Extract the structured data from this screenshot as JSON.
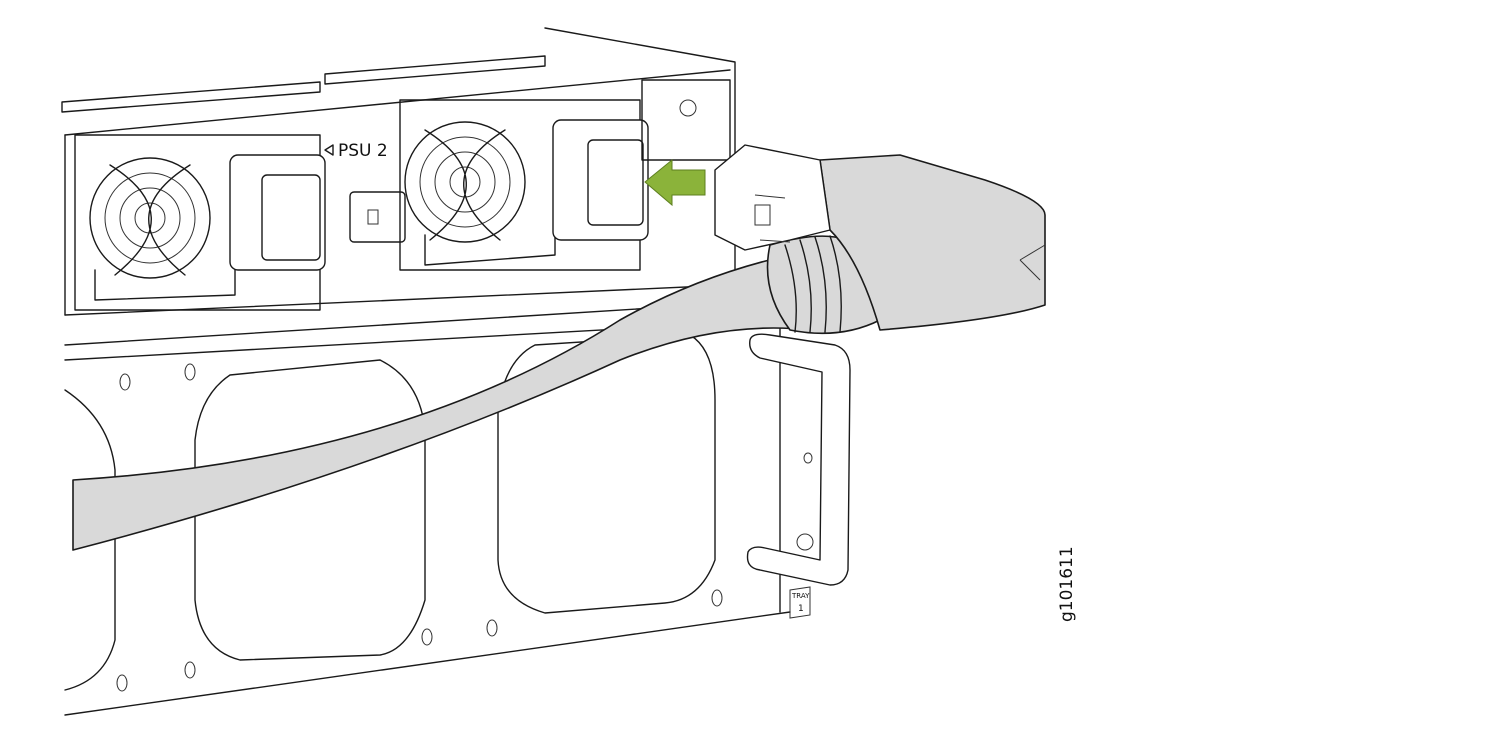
{
  "labels": {
    "psu_label": "PSU 2",
    "tray_label": "TRAY",
    "tray_number": "1",
    "figure_id": "g101611"
  },
  "colors": {
    "arrow": "#8bb33a",
    "cable": "#d9d9d9",
    "line": "#1a1a1a"
  }
}
